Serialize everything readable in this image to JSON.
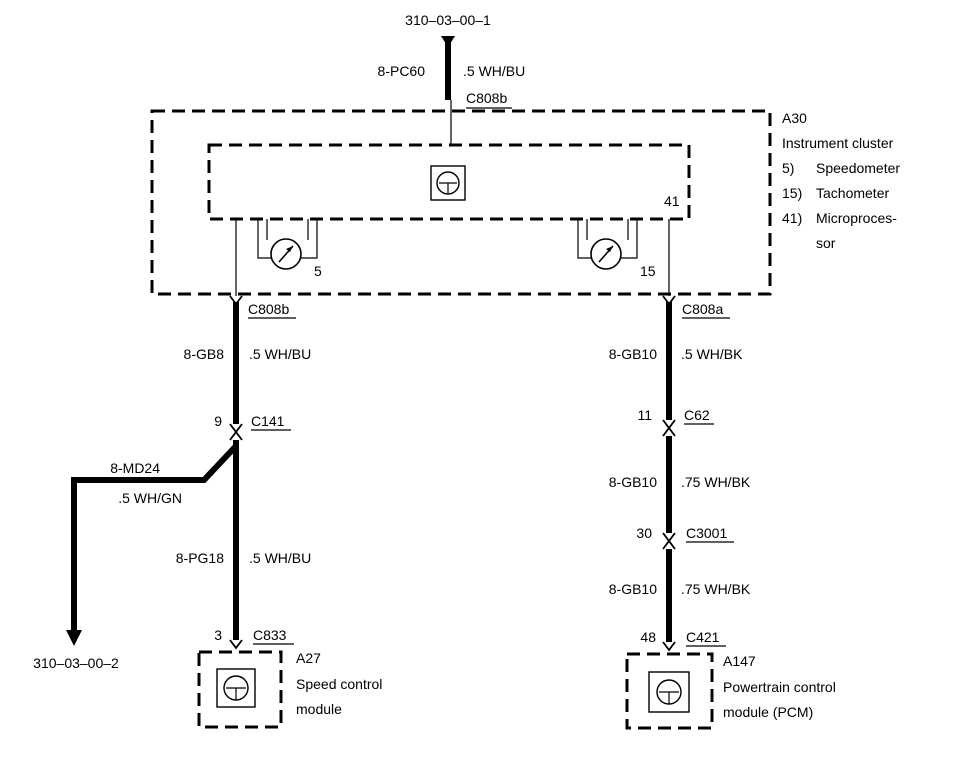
{
  "top_ref": "310–03–00–1",
  "bottom_ref": "310–03–00–2",
  "wires": {
    "top": {
      "circuit": "8-PC60",
      "spec": ".5 WH/BU",
      "connector": "C808b"
    },
    "left_upper": {
      "connector": "C808b",
      "circuit": "8-GB8",
      "spec": ".5 WH/BU",
      "pin": "9",
      "inline_connector": "C141"
    },
    "branch": {
      "circuit": "8-MD24",
      "spec": ".5 WH/GN"
    },
    "left_lower": {
      "circuit": "8-PG18",
      "spec": ".5 WH/BU",
      "pin": "3",
      "connector": "C833"
    },
    "right_1": {
      "connector": "C808a",
      "circuit": "8-GB10",
      "spec": ".5 WH/BK",
      "pin": "11",
      "inline_connector": "C62"
    },
    "right_2": {
      "circuit": "8-GB10",
      "spec": ".75 WH/BK",
      "pin": "30",
      "inline_connector": "C3001"
    },
    "right_3": {
      "circuit": "8-GB10",
      "spec": ".75 WH/BK",
      "pin": "48",
      "connector": "C421"
    }
  },
  "cluster": {
    "id": "A30",
    "name": "Instrument cluster",
    "legend": [
      {
        "num": "5)",
        "label": "Speedometer"
      },
      {
        "num": "15)",
        "label": "Tachometer"
      },
      {
        "num": "41)",
        "label": "Microproces-",
        "label2": "sor"
      }
    ],
    "pin_micro": "41",
    "pin_speedo": "5",
    "pin_tacho": "15"
  },
  "modules": {
    "speed_control": {
      "id": "A27",
      "line1": "Speed control",
      "line2": "module"
    },
    "pcm": {
      "id": "A147",
      "line1": "Powertrain control",
      "line2": "module (PCM)"
    }
  }
}
